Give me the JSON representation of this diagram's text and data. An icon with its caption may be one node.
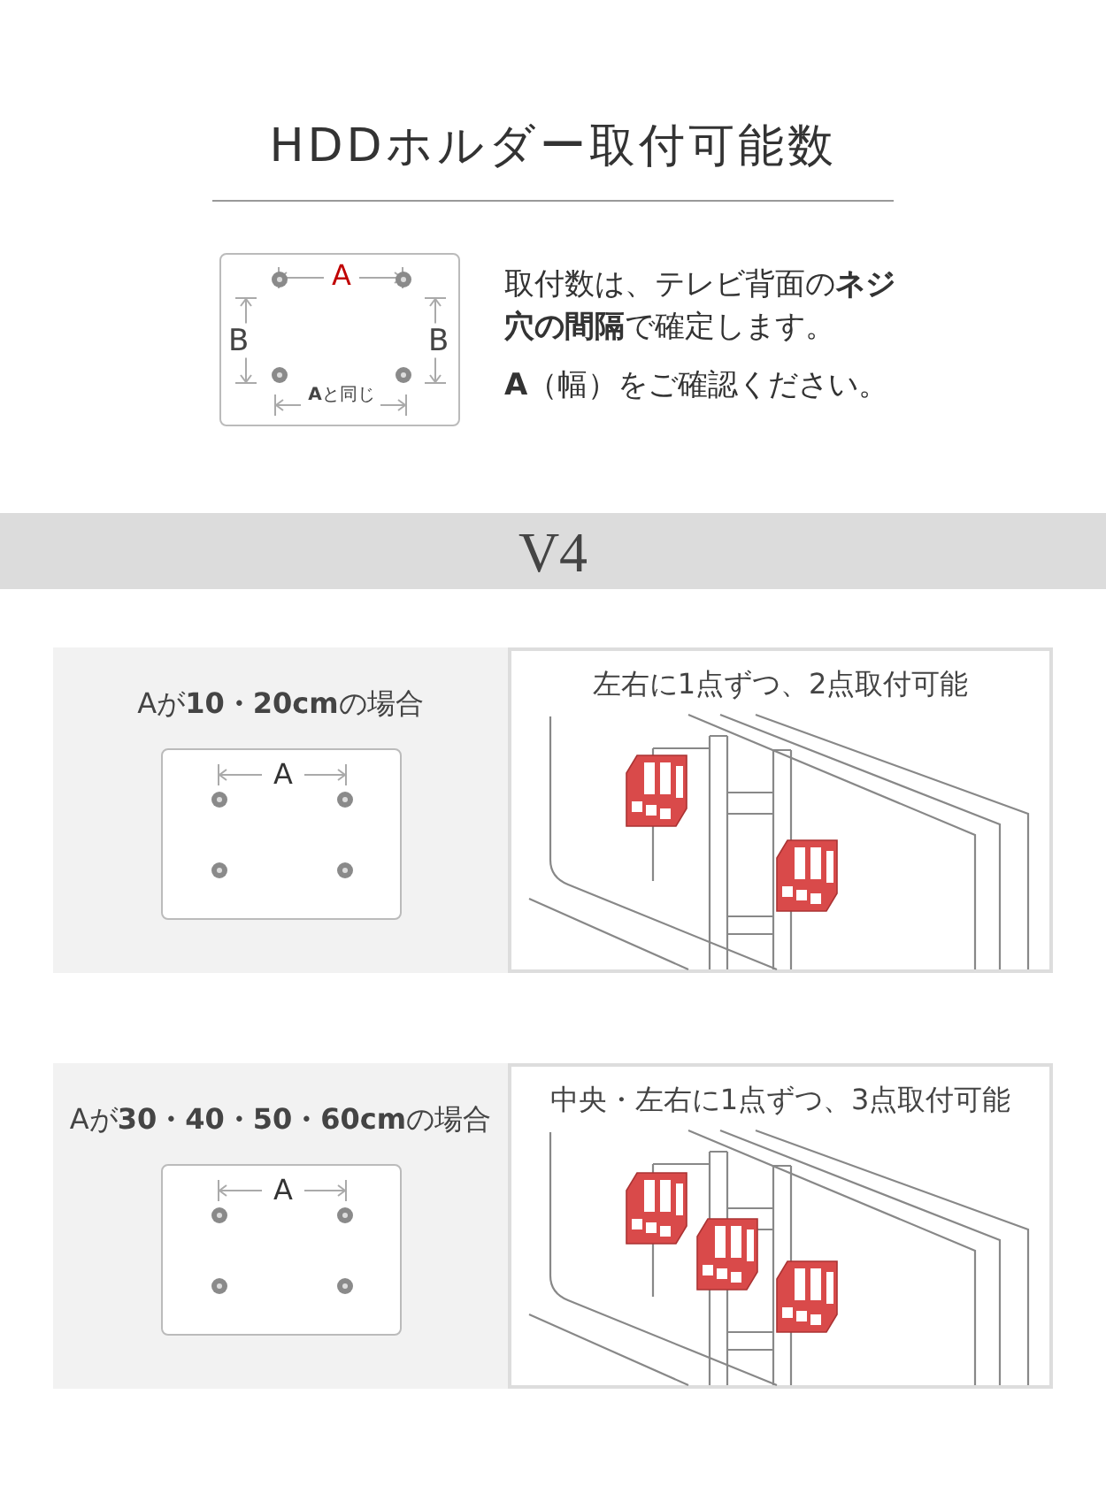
{
  "diagram": {
    "title": "HDDホルダー取付可能数",
    "nodes": [
      {
        "text": [
          "A",
          "B",
          "B",
          "**A**と同じ"
        ]
      },
      {
        "text": [
          "V4"
        ]
      },
      {
        "text": [
          "Aが**10・20cm**の場合"
        ]
      },
      {
        "text": [
          "A"
        ],
        "in": 2
      },
      {
        "text": [
          "左右に1点ずつ、2点取付可能"
        ]
      },
      {
        "text": [
          "Aが**30・40・50・60cm**の場合"
        ]
      },
      {
        "text": [
          "A"
        ],
        "in": 5
      },
      {
        "text": [
          "中央・左右に1点ずつ、3点取付可能"
        ]
      }
    ],
    "labels": [
      "取付数は、テレビ背面の**ネジ穴の間隔**で確定します。",
      "**A**（幅）をご確認ください。"
    ]
  }
}
